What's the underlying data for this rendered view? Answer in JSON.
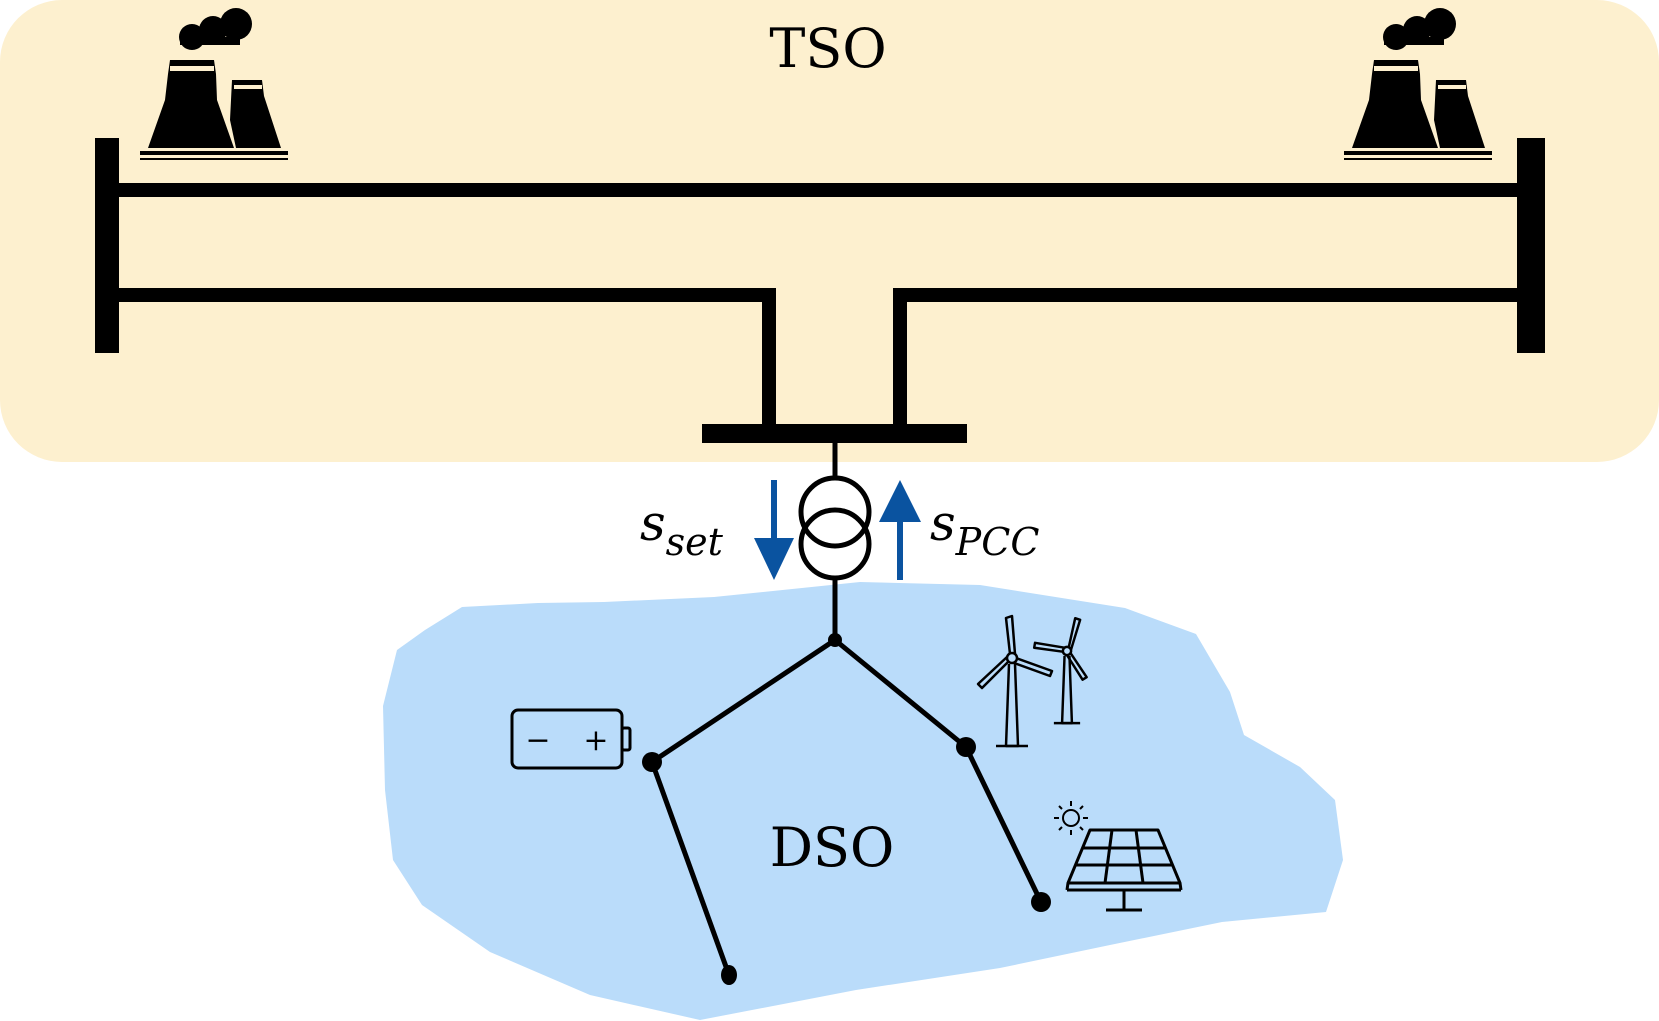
{
  "tso": {
    "label": "TSO",
    "fill": "#fdf0cf"
  },
  "dso": {
    "label": "DSO",
    "fill": "#badcfa"
  },
  "arrows": {
    "color": "#0a53a0",
    "set_main": "s",
    "set_sub": "set",
    "pcc_main": "s",
    "pcc_sub": "PCC"
  },
  "battery": {
    "minus": "−",
    "plus": "+"
  },
  "icons": [
    "power-plant-icon",
    "power-plant-icon",
    "wind-turbine-icon",
    "wind-turbine-icon",
    "solar-panel-icon",
    "sun-icon",
    "battery-icon",
    "transformer-icon"
  ]
}
